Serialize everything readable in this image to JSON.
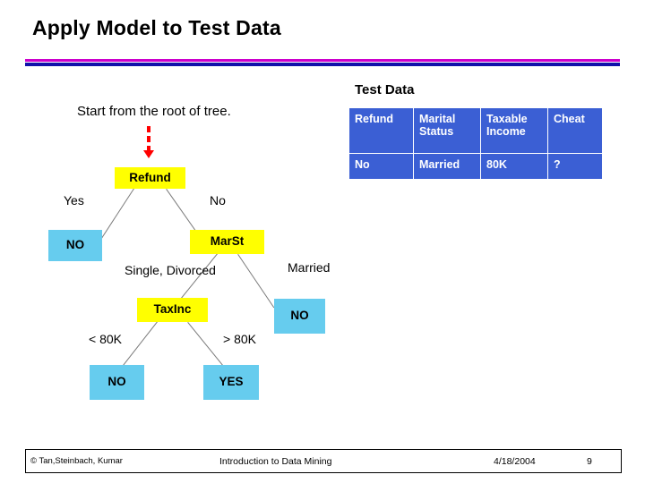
{
  "slide": {
    "title": "Apply Model to Test Data",
    "start_text": "Start from the root of tree.",
    "test_data_label": "Test Data"
  },
  "table": {
    "headers": [
      "Refund",
      "Marital Status",
      "Taxable Income",
      "Cheat"
    ],
    "header_lines": {
      "refund": [
        "Refund"
      ],
      "marital": [
        "Marital",
        "Status"
      ],
      "income": [
        "Taxable",
        "Income"
      ],
      "cheat": [
        "Cheat"
      ]
    },
    "row": [
      "No",
      "Married",
      "80K",
      "?"
    ]
  },
  "tree": {
    "nodes": {
      "refund": "Refund",
      "no_left": "NO",
      "marst": "MarSt",
      "taxinc": "TaxInc",
      "no_right": "NO",
      "no_bottom": "NO",
      "yes_bottom": "YES"
    },
    "edges": {
      "yes": "Yes",
      "no": "No",
      "single_divorced": "Single, Divorced",
      "married": "Married",
      "lt80k": "< 80K",
      "gt80k": "> 80K"
    }
  },
  "footer": {
    "copyright": "© Tan,Steinbach, Kumar",
    "course": "Introduction to Data Mining",
    "date": "4/18/2004",
    "page": "9"
  },
  "colors": {
    "rule_magenta": "#cc00cc",
    "rule_blue": "#1111aa",
    "node_yellow": "#ffff00",
    "node_blue": "#66ccee",
    "table_blue": "#3b5fd4",
    "arrow_red": "#ff0000"
  }
}
